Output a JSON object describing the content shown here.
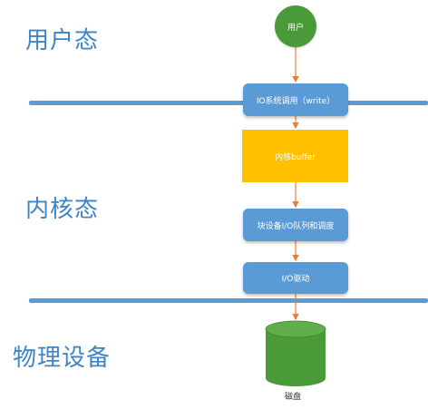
{
  "zones": {
    "user": "用户态",
    "kernel": "内核态",
    "physical": "物理设备"
  },
  "nodes": {
    "user": "用户",
    "io_syscall": "IO系统调用（write）",
    "kernel_buffer": "内核buffer",
    "block_queue": "块设备I/O队列和调度",
    "io_driver": "I/O驱动",
    "disk": "磁盘"
  },
  "colors": {
    "zone_text": "#3f84c4",
    "divider": "#5b9bd5",
    "blue_node": "#5b9bd5",
    "yellow_node": "#ffc000",
    "green_node": "#4a9a3a",
    "arrow": "#ed7d31"
  }
}
